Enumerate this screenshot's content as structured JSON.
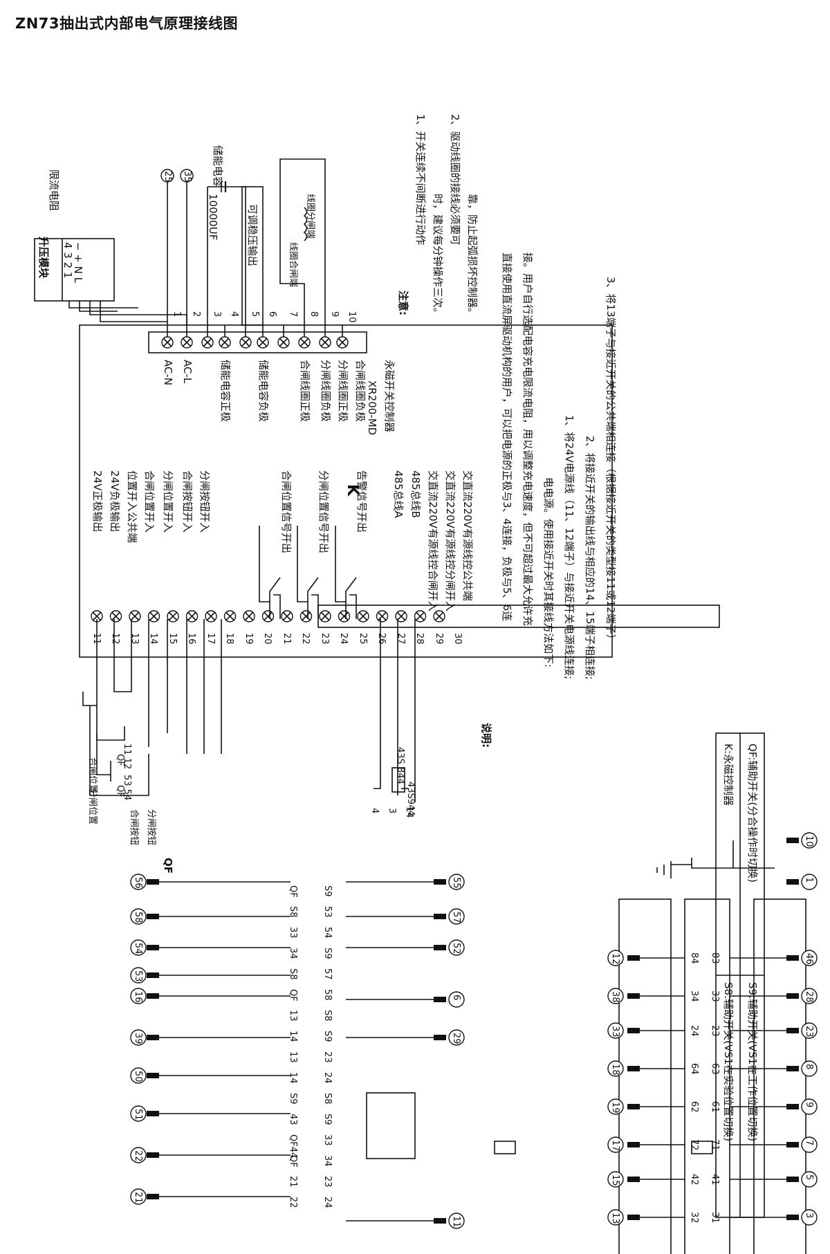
{
  "title": "ZN73抽出式内部电气原理接线图",
  "controller": {
    "label": "K",
    "top_terminals": [
      "1",
      "2",
      "3",
      "4",
      "5",
      "6",
      "7",
      "8",
      "9",
      "10"
    ],
    "top_signals": [
      "AC-N",
      "AC-L",
      "储能电容正极",
      "储能电容负极",
      "合闸线圈正极",
      "分闸线圈负极",
      "分闸线圈正极",
      "合闸线圈负极"
    ],
    "xr_label": "XR200-MD",
    "yc_label": "永磁开关控制器",
    "bottom_terminals": [
      "11",
      "12",
      "13",
      "14",
      "15",
      "16",
      "17",
      "18",
      "19",
      "20",
      "21",
      "22",
      "23",
      "24",
      "25",
      "26",
      "27",
      "28",
      "29",
      "30"
    ],
    "bottom_signals": [
      "24V正极输出",
      "24V负极输出",
      "位置开入公共端",
      "合闸位置开入",
      "分闸位置开入",
      "合闸按钮开入",
      "分闸按钮开入",
      "合闸位置信号开出",
      "分闸位置信号开出",
      "告警信号开出",
      "485总线A",
      "485总线B",
      "交直流220V有源线控合闸开入",
      "交直流220V有源线控分闸开入",
      "交直流220V有源线控公共端"
    ]
  },
  "module": {
    "title": "升压模块",
    "pins": "4 3 2 1",
    "pin_signs": "− + N L",
    "resistor_label": "限流电阻",
    "cap_label": "储能电容",
    "cap_value": "10000UF",
    "reg_label": "可调稳压输出",
    "coil_close": "线圈合闸端",
    "coil_open": "线圈分闸端",
    "ref_25": "25",
    "ref_35": "35"
  },
  "notes": {
    "heading": "注意:",
    "lines": [
      "1、开关连续不间断进行动作",
      "时，建议每分钟操作三次。",
      "2、驱动线圈的接线必须要可",
      "靠，防止起弧损坏控制器。"
    ]
  },
  "explain": {
    "heading": "说明:",
    "lines": [
      "直接使用直流屏驱动机构的用户，可以把电源的正极与3、4连接，负极与5、6连",
      "接。用户自行选配电容充电限流电阻，用以调整充电速度，但不可超过最大允许充",
      "电电源。使用接近开关时其接线方法如下:",
      "1、将24V电源线（11、12端子）与接近开关电源线连接;",
      "2、将接近开关的输出线与相应的14、15端子相连接;",
      "3、将13端子与接近开关的公共端相连接（根据接近开关的类型接11或12端子）"
    ]
  },
  "legend": {
    "qf": "QF:辅助开关(分合操作时切换)",
    "k": "K:永磁控制器",
    "s9": "S9:辅助开关(VS1在工作位置切换)",
    "s8": "S8:辅助开关(VS1在实验位置切换)"
  },
  "lower_left": {
    "close_pos": "合闸位置",
    "open_pos": "分闸位置",
    "close_btn": "合闸按钮",
    "open_btn": "分闸按钮",
    "qf": "QF",
    "qf_1112": "11 12",
    "qf_5354": "53 54",
    "s844": "43S 844",
    "s944": "43S944",
    "ref_4": "4",
    "ref_3": "3",
    "ref_14": "14"
  },
  "qf_block": {
    "label": "QF",
    "contacts_top": [
      "83",
      "33",
      "23",
      "63",
      "61",
      "71",
      "41",
      "31"
    ],
    "contacts_bot": [
      "84",
      "34",
      "24",
      "64",
      "62",
      "72",
      "42",
      "32"
    ],
    "left_pins": [
      "46",
      "28",
      "23",
      "8",
      "9",
      "7",
      "5",
      "3"
    ],
    "right_pins": [
      "12",
      "38",
      "33",
      "18",
      "19",
      "17",
      "15",
      "13"
    ],
    "aux_pins": [
      "10",
      "1"
    ]
  },
  "bottom_right": {
    "top_pins": [
      "55",
      "57",
      "52",
      "6",
      "29",
      "11"
    ],
    "bottom_pins": [
      "56",
      "58",
      "54",
      "53",
      "16",
      "39",
      "50",
      "51",
      "22",
      "21"
    ],
    "labels": [
      "S9",
      "53",
      "54",
      "S9",
      "57",
      "58",
      "S8",
      "S9",
      "23",
      "24",
      "S8",
      "S9",
      "33",
      "34",
      "23",
      "24",
      "QF",
      "S8",
      "33",
      "34",
      "S8",
      "QF",
      "13",
      "14",
      "13",
      "14",
      "S9",
      "43",
      "QF44",
      "QF",
      "21",
      "22"
    ]
  }
}
